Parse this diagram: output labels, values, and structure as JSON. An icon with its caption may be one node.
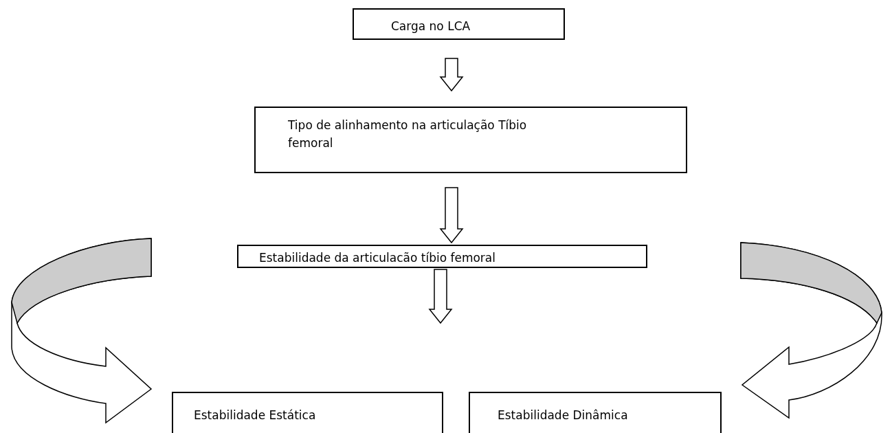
{
  "diagram": {
    "nodes": [
      {
        "text": [
          "Carga no LCA"
        ]
      },
      {
        "text": [
          "Tipo de alinhamento na articulação Tíbio femoral"
        ]
      },
      {
        "text": [
          "Estabilidade da articulacão tíbio femoral"
        ]
      },
      {
        "text": [
          "Estabilidade Estática"
        ]
      },
      {
        "text": [
          "Estabilidade Dinâmica"
        ]
      }
    ],
    "edges": [
      {
        "from": 0,
        "to": 1,
        "arrow": "to"
      },
      {
        "from": 1,
        "to": 2,
        "arrow": "to"
      },
      {
        "from": 2,
        "to": null,
        "arrow": "to"
      },
      {
        "from": null,
        "to": 3,
        "arrow": "to"
      },
      {
        "from": null,
        "to": 4,
        "arrow": "to"
      }
    ]
  }
}
